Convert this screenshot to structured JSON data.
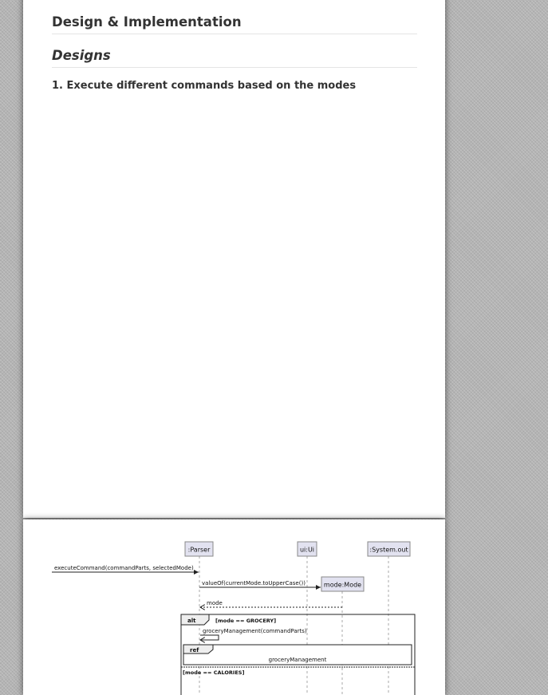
{
  "document": {
    "heading": "Design & Implementation",
    "subheading": "Designs",
    "section_number": "1.",
    "section_title": "Execute different commands based on the modes"
  },
  "diagram": {
    "participants": {
      "parser": ":Parser",
      "ui": "ui:Ui",
      "system_out": ":System.out",
      "mode": "mode:Mode"
    },
    "messages": {
      "execute_command": "executeCommand(commandParts, selectedMode)",
      "value_of": "valueOf(currentMode.toUpperCase())",
      "mode_return": "mode",
      "grocery_management": "groceryManagement(commandParts)"
    },
    "fragments": {
      "alt_label": "alt",
      "guard_grocery": "[mode == GROCERY]",
      "ref_label": "ref",
      "ref_text": "groceryManagement",
      "guard_calories": "[mode == CALORIES]"
    }
  }
}
